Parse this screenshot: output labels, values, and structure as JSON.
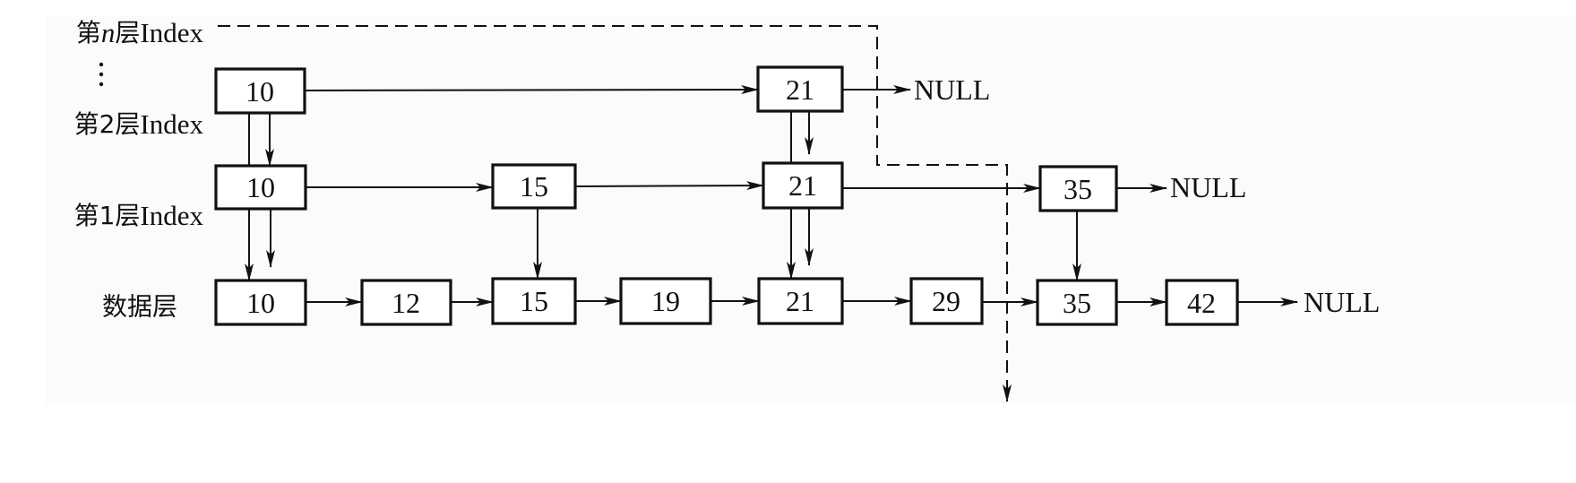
{
  "levels": [
    {
      "id": "index-n",
      "label_prefix": "第",
      "label_var": "n",
      "label_suffix": "层",
      "label_index": "Index"
    },
    {
      "id": "index-2",
      "label": "第2层",
      "label_index": "Index"
    },
    {
      "id": "index-1",
      "label": "第1层",
      "label_index": "Index"
    },
    {
      "id": "data",
      "label": "数据层"
    }
  ],
  "ellipsis": "⋮",
  "null_label": "NULL",
  "nodes": {
    "index2": [
      "10",
      "21"
    ],
    "index1": [
      "10",
      "15",
      "21",
      "35"
    ],
    "data": [
      "10",
      "12",
      "15",
      "19",
      "21",
      "29",
      "35",
      "42"
    ]
  },
  "colors": {
    "ink": "#111111",
    "panel": "#fbfbfb",
    "background": "#ffffff"
  }
}
